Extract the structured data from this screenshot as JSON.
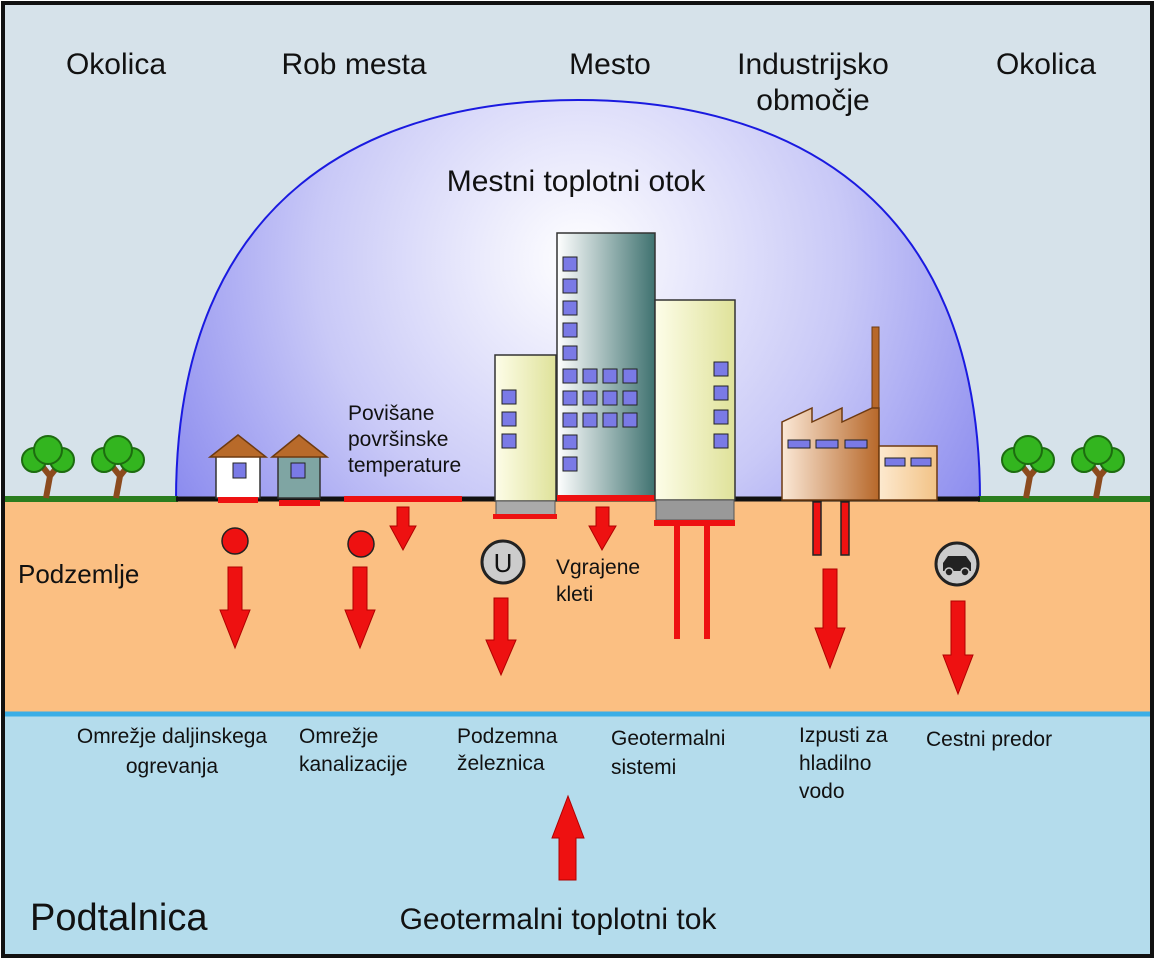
{
  "zones": {
    "okolica_left": "Okolica",
    "rob_mesta": "Rob mesta",
    "mesto": "Mesto",
    "industrial_line1": "Industrijsko",
    "industrial_line2": "območje",
    "okolica_right": "Okolica"
  },
  "dome_title": "Mestni toplotni otok",
  "surface_temp": {
    "line1": "Povišane",
    "line2": "površinske",
    "line3": "temperature"
  },
  "basements": {
    "line1": "Vgrajene",
    "line2": "kleti"
  },
  "subsurface_label": "Podzemlje",
  "groundwater_label": "Podtalnica",
  "geothermal_flow_label": "Geotermalni toplotni tok",
  "subway_symbol": "U",
  "sources": {
    "district_heating": {
      "line1": "Omrežje daljinskega",
      "line2": "ogrevanja"
    },
    "sewer": {
      "line1": "Omrežje",
      "line2": "kanalizacije"
    },
    "subway": {
      "line1": "Podzemna",
      "line2": "železnica"
    },
    "geothermal": {
      "line1": "Geotermalni",
      "line2": "sistemi"
    },
    "cooling_water": {
      "line1": "Izpusti za",
      "line2": "hladilno",
      "line3": "vodo"
    },
    "road_tunnel": {
      "line1": "Cestni predor"
    }
  },
  "colors": {
    "sky": "#d6e2ea",
    "dome": "#8e8ef0",
    "soil": "#fbbf82",
    "groundwater": "#b4dcec",
    "water_line": "#3aaee6",
    "heat_red": "#ee1111",
    "grass": "#2a7d1e"
  }
}
